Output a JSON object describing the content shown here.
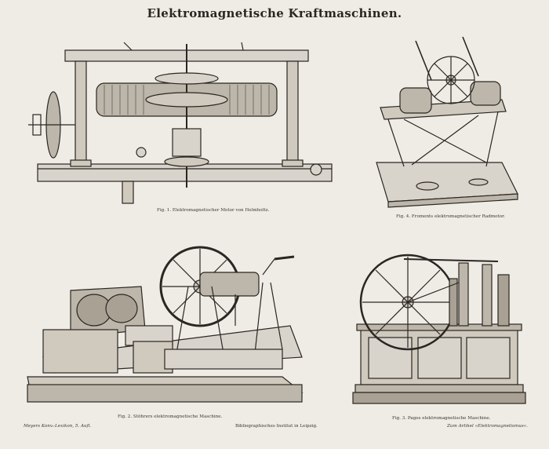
{
  "header": {
    "title": "Elektromagnetische Kraftmaschinen."
  },
  "figures": [
    {
      "id": "fig1",
      "caption": "Fig. 1. Elektromagnetischer Motor von Helmholtz."
    },
    {
      "id": "fig4",
      "caption": "Fig. 4. Froments elektromagnetischer Radmotor."
    },
    {
      "id": "fig2",
      "caption": "Fig. 2. Stöhrers elektromagnetische Maschine."
    },
    {
      "id": "fig3",
      "caption": "Fig. 3. Pages elektromagnetische Maschine."
    }
  ],
  "footer": {
    "left": "Meyers Konv.-Lexikon, 5. Aufl.",
    "center": "Bibliographisches Institut in Leipzig.",
    "right": "Zum Artikel »Elektromagnetismus«."
  },
  "colors": {
    "paper": "#efece6",
    "ink": "#2a2622"
  }
}
